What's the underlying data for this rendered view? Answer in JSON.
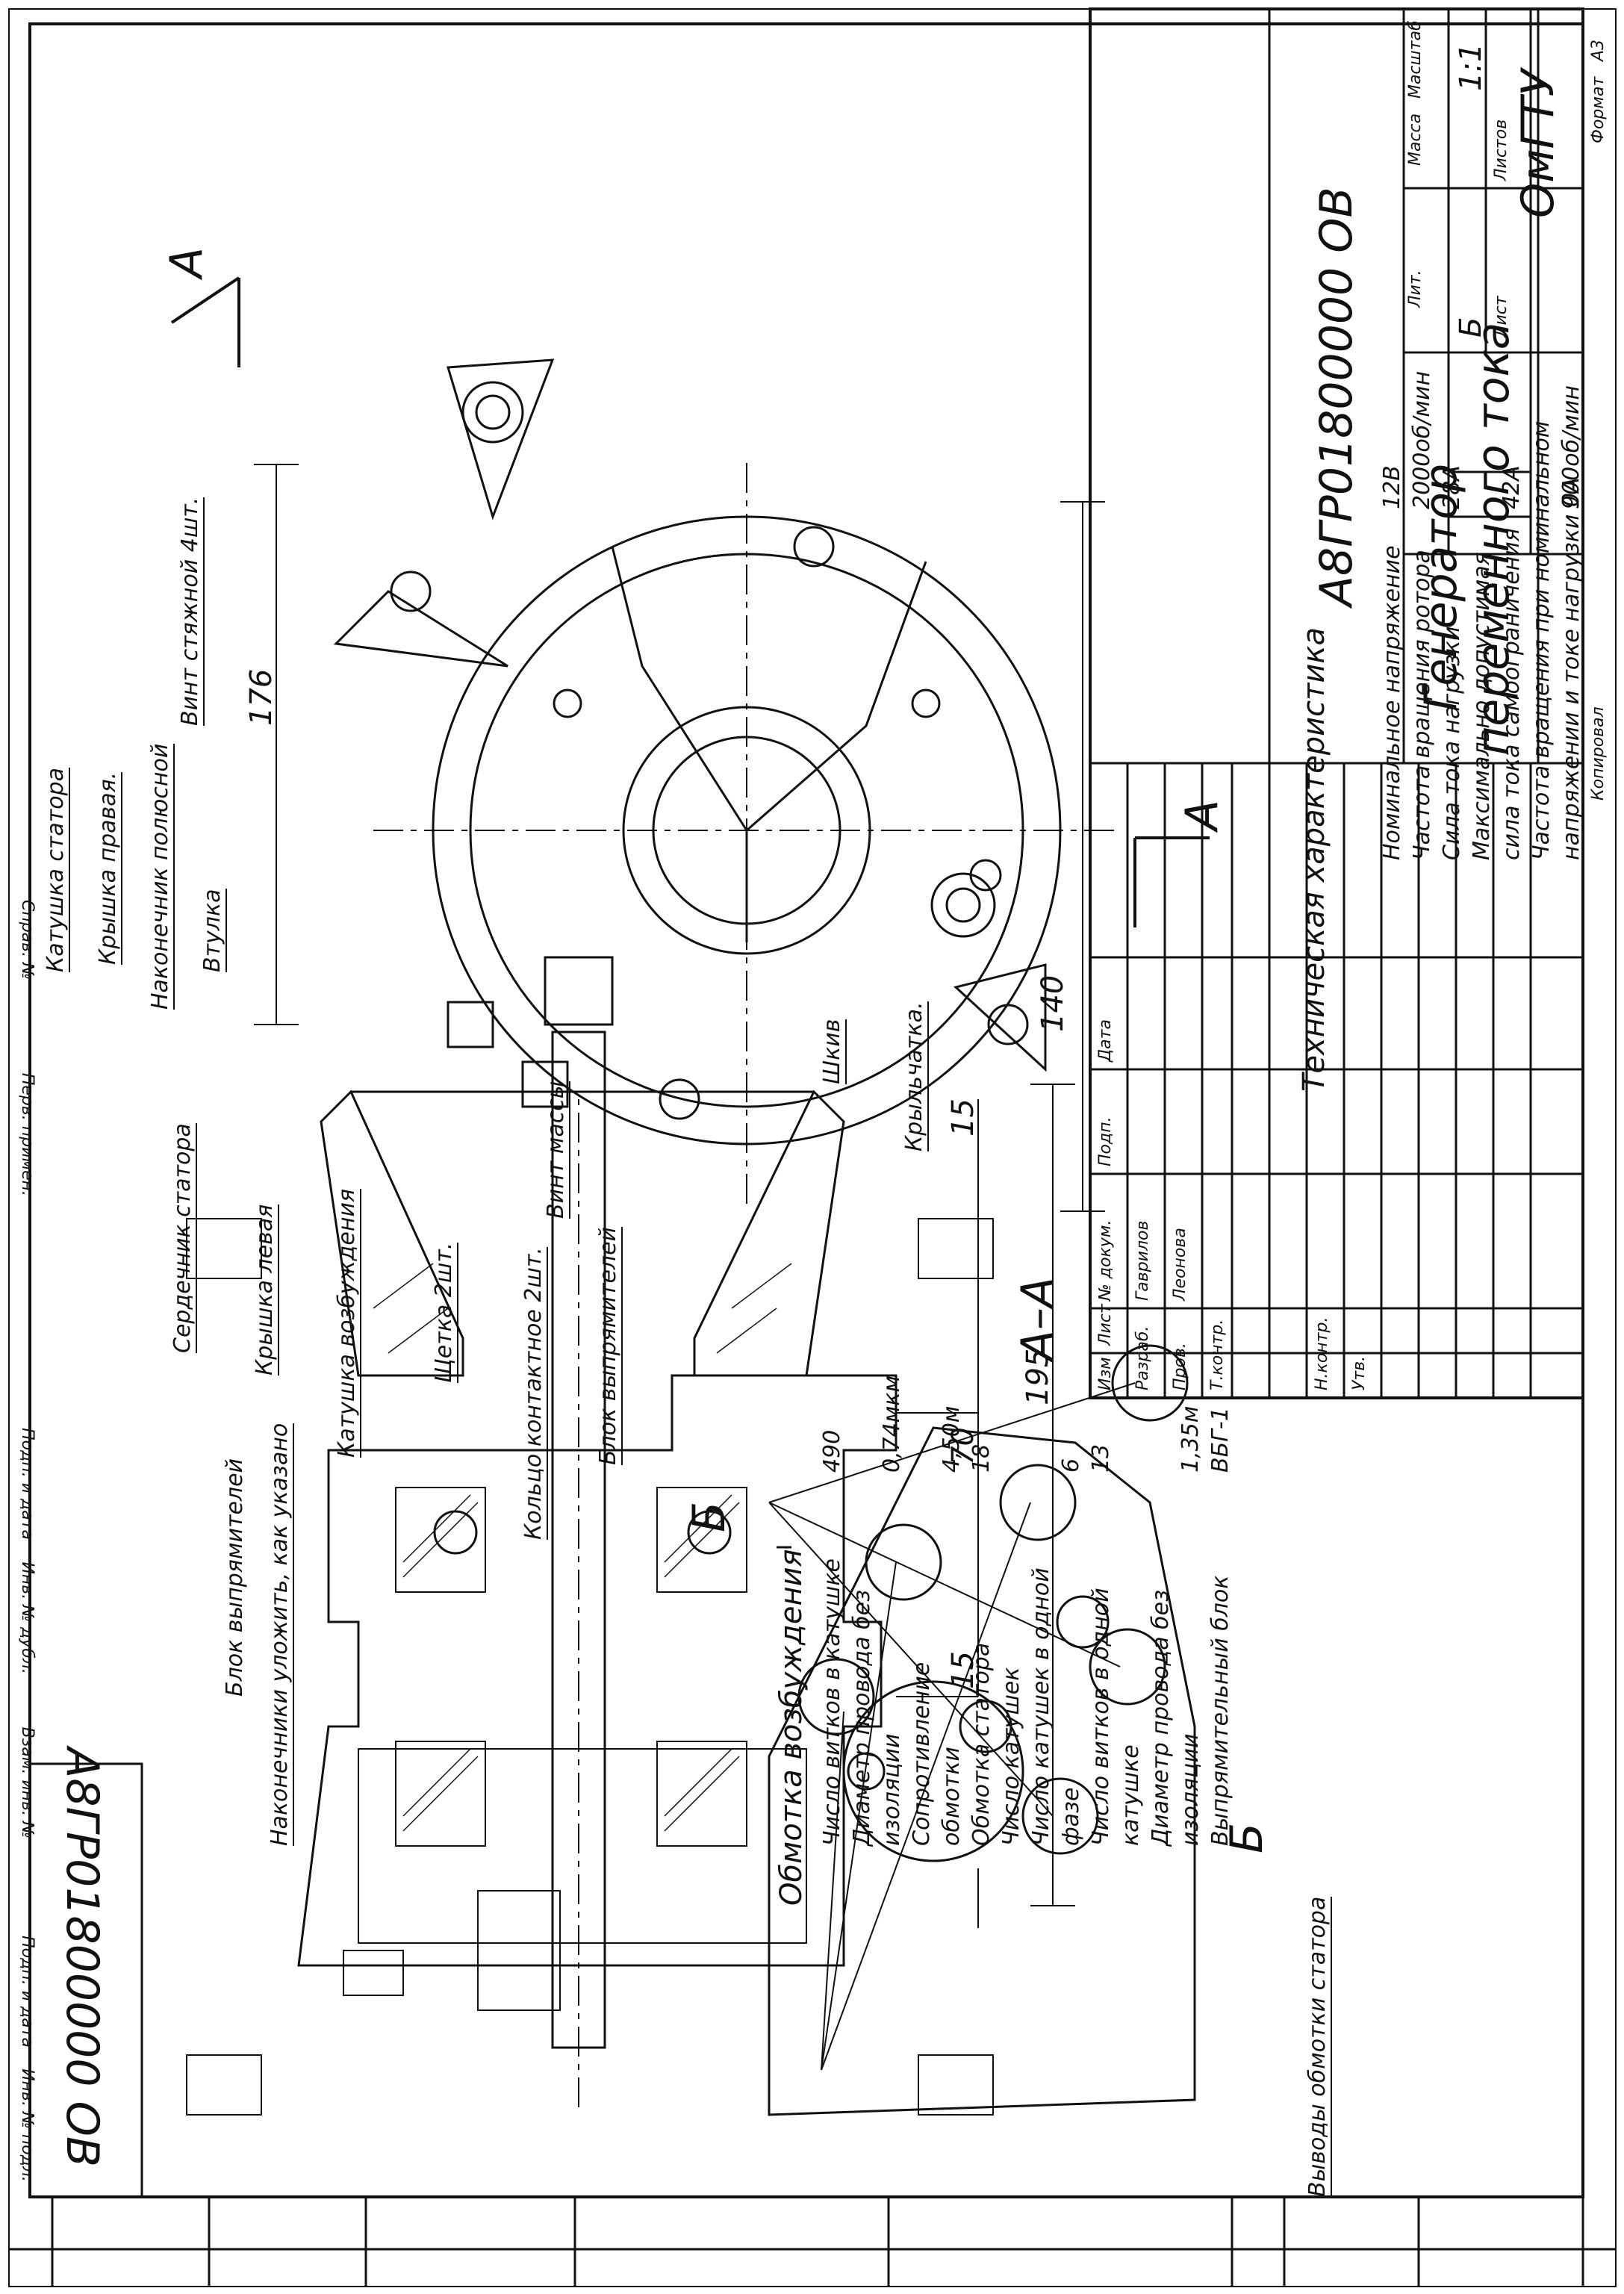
{
  "document": {
    "designation": "А8ГР01800000 ОВ",
    "designation_rotated": "А8ГР01800000 ОВ",
    "title_line1": "Генератор",
    "title_line2": "переменного тока",
    "organization": "ОмГТУ",
    "scale": "1:1",
    "lit": "Б",
    "copied_label": "Копировал",
    "format_label": "Формат",
    "format_value": "А3"
  },
  "title_block": {
    "headers": {
      "lit": "Лит.",
      "mass": "Масса",
      "scale": "Масштаб",
      "sheet": "Лист",
      "sheets": "Листов"
    },
    "change_headers": [
      "Изм",
      "Лист",
      "№ докум.",
      "Подп.",
      "Дата"
    ],
    "roles": [
      "Разраб.",
      "Пров.",
      "Т.контр.",
      "Н.контр.",
      "Утв."
    ],
    "names": [
      "Гаврилов",
      "Леонова",
      "",
      "",
      ""
    ]
  },
  "left_column": {
    "primen_label": "Перв. примен.",
    "sprav_label": "Справ. №",
    "cells": [
      "Подп. и дата",
      "Инв. № дубл.",
      "Взам. инв. №",
      "Подп. и дата",
      "Инв. № подл."
    ]
  },
  "views": {
    "section_label": "А–А",
    "view_b_label": "Б",
    "arrow_a_label": "А",
    "arrow_a_label2": "А",
    "arrow_b_label": "Б"
  },
  "dimensions": {
    "d176": "176",
    "d140": "140",
    "d195": "195",
    "d70": "70",
    "d15a": "15",
    "d15b": "15"
  },
  "callouts": {
    "katushka_statora": "Катушка статора",
    "kryshka_pravaya": "Крышка правая.",
    "nakonechnik": "Наконечник полюсной",
    "vtulka": "Втулка",
    "shkiv": "Шкив",
    "krylchatka": "Крыльчатка.",
    "serdechnik": "Сердечник статора",
    "kryshka_levaya": "Крышка левая",
    "katushka_vozb": "Катушка возбуждения",
    "shchetka": "Щетка 2шт.",
    "koltso": "Кольцо контактное 2шт.",
    "blok_vypr": "Блок выпрямителей",
    "vint_styazhnoy": "Винт стяжной 4шт.",
    "vint_massy": "Винт массы",
    "blok_vypr_b": "Блок выпрямителей",
    "nakonechniki_ulozhit": "Наконечники уложить, как указано",
    "vyvody": "Выводы обмотки статора"
  },
  "tech_spec": {
    "title": "Техническая характеристика",
    "rows": [
      {
        "label": "Номинальное напряжение",
        "value": "12В"
      },
      {
        "label": "Частота вращения ротора",
        "value": "2000об/мин"
      },
      {
        "label": "Сила тока нагрузки",
        "value": "28А"
      },
      {
        "label": "Максимально допустимая",
        "value": ""
      },
      {
        "label": "сила тока самоограничения",
        "value": "42А"
      },
      {
        "label": "Частота вращения при номинальном",
        "value": ""
      },
      {
        "label": "напряжении и токе нагрузки 0А",
        "value": "900об/мин"
      }
    ]
  },
  "winding_spec": {
    "title": "Обмотка возбуждения",
    "rows": [
      {
        "label": "Число витков в катушке",
        "value": "490"
      },
      {
        "label": "Диаметр провода без",
        "value": ""
      },
      {
        "label": "изоляции",
        "value": "0,74мкм"
      },
      {
        "label": "Сопротивление",
        "value": ""
      },
      {
        "label": "обмотки",
        "value": "4,50м"
      },
      {
        "label": "Обмотка статора",
        "value": "18"
      },
      {
        "label": "Число катушек",
        "value": ""
      },
      {
        "label": "Число катушек в одной",
        "value": ""
      },
      {
        "label": "фазе",
        "value": "6"
      },
      {
        "label": "Число витков в одной",
        "value": "13"
      },
      {
        "label": "катушке",
        "value": ""
      },
      {
        "label": "Диаметр провода без",
        "value": ""
      },
      {
        "label": "изоляции",
        "value": "1,35м"
      },
      {
        "label": "Выпрямительный блок",
        "value": "ВБГ-1"
      }
    ]
  }
}
